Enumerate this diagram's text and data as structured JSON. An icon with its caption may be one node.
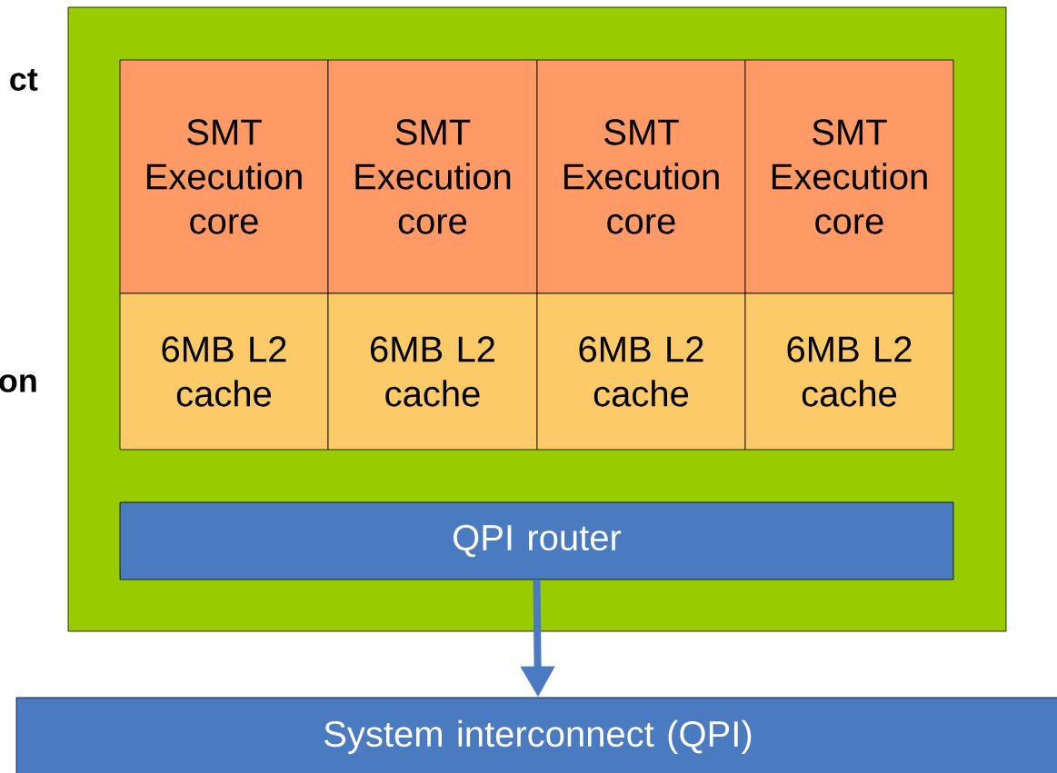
{
  "diagram": {
    "nodes": [
      {
        "text": [],
        "shape": "box"
      },
      {
        "text": [
          "SMT Execution core"
        ],
        "in": 0
      },
      {
        "text": [
          "SMT Execution core"
        ],
        "in": 0
      },
      {
        "text": [
          "SMT Execution core"
        ],
        "in": 0
      },
      {
        "text": [
          "SMT Execution core"
        ],
        "in": 0
      },
      {
        "text": [
          "6MB L2 cache"
        ],
        "in": 0
      },
      {
        "text": [
          "6MB L2 cache"
        ],
        "in": 0
      },
      {
        "text": [
          "6MB L2 cache"
        ],
        "in": 0
      },
      {
        "text": [
          "6MB L2 cache"
        ],
        "in": 0
      },
      {
        "text": [
          "QPI router"
        ],
        "in": 0
      },
      {
        "text": [
          "System interconnect (QPI)"
        ]
      }
    ],
    "edges": [
      {
        "from": 9,
        "to": 10,
        "arrow": "to"
      }
    ],
    "labels": [
      "ct",
      "on"
    ]
  }
}
